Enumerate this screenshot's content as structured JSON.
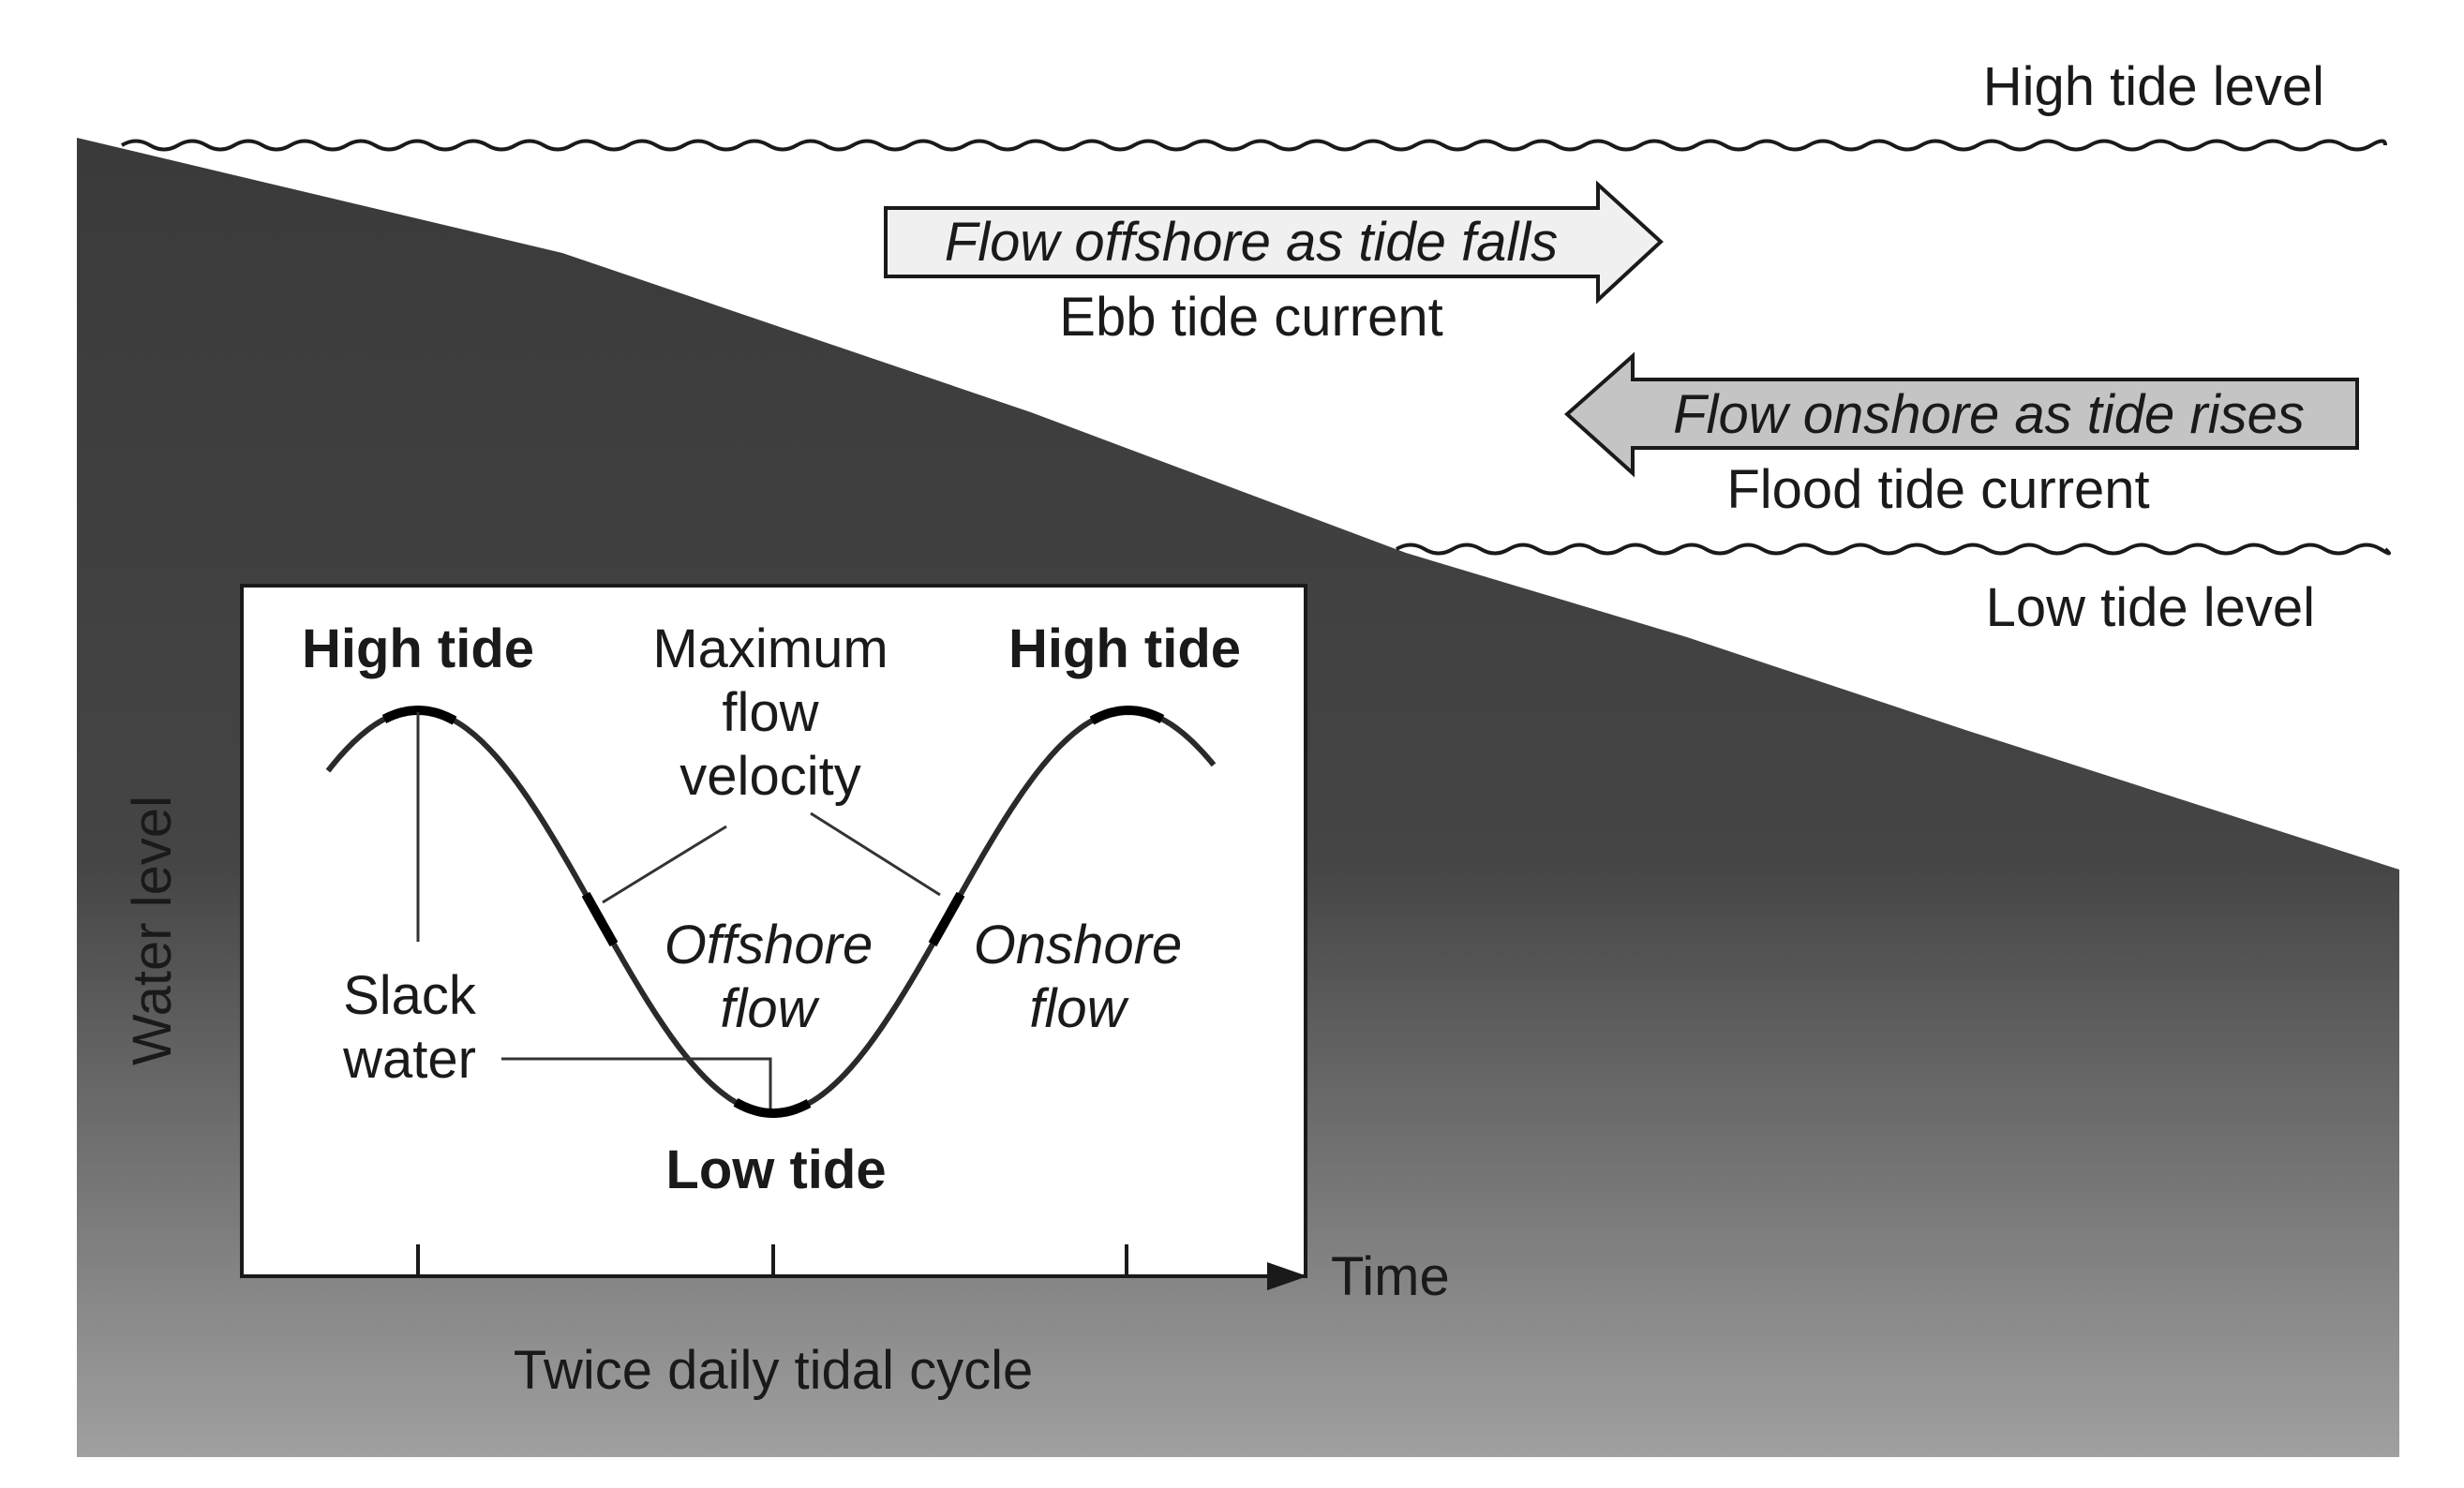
{
  "labels": {
    "high_tide_level": "High tide level",
    "low_tide_level": "Low tide level",
    "ebb_arrow": "Flow offshore as tide falls",
    "ebb_caption": "Ebb tide current",
    "flood_arrow": "Flow onshore as tide rises",
    "flood_caption": "Flood tide current"
  },
  "inset": {
    "y_axis": "Water level",
    "x_axis": "Time",
    "caption": "Twice daily tidal cycle",
    "high_tide_left": "High tide",
    "high_tide_right": "High tide",
    "max_flow_1": "Maximum",
    "max_flow_2": "flow",
    "max_flow_3": "velocity",
    "offshore_1": "Offshore",
    "offshore_2": "flow",
    "onshore_1": "Onshore",
    "onshore_2": "flow",
    "slack_1": "Slack",
    "slack_2": "water",
    "low_tide": "Low tide"
  },
  "colors": {
    "seabed_top": "#3a3a3a",
    "seabed_bottom": "#9a9a9a",
    "arrow_ebb": "#f0f0f0",
    "arrow_flood": "#c4c4c4",
    "inset_bg": "#ffffff",
    "line": "#1a1a1a"
  }
}
